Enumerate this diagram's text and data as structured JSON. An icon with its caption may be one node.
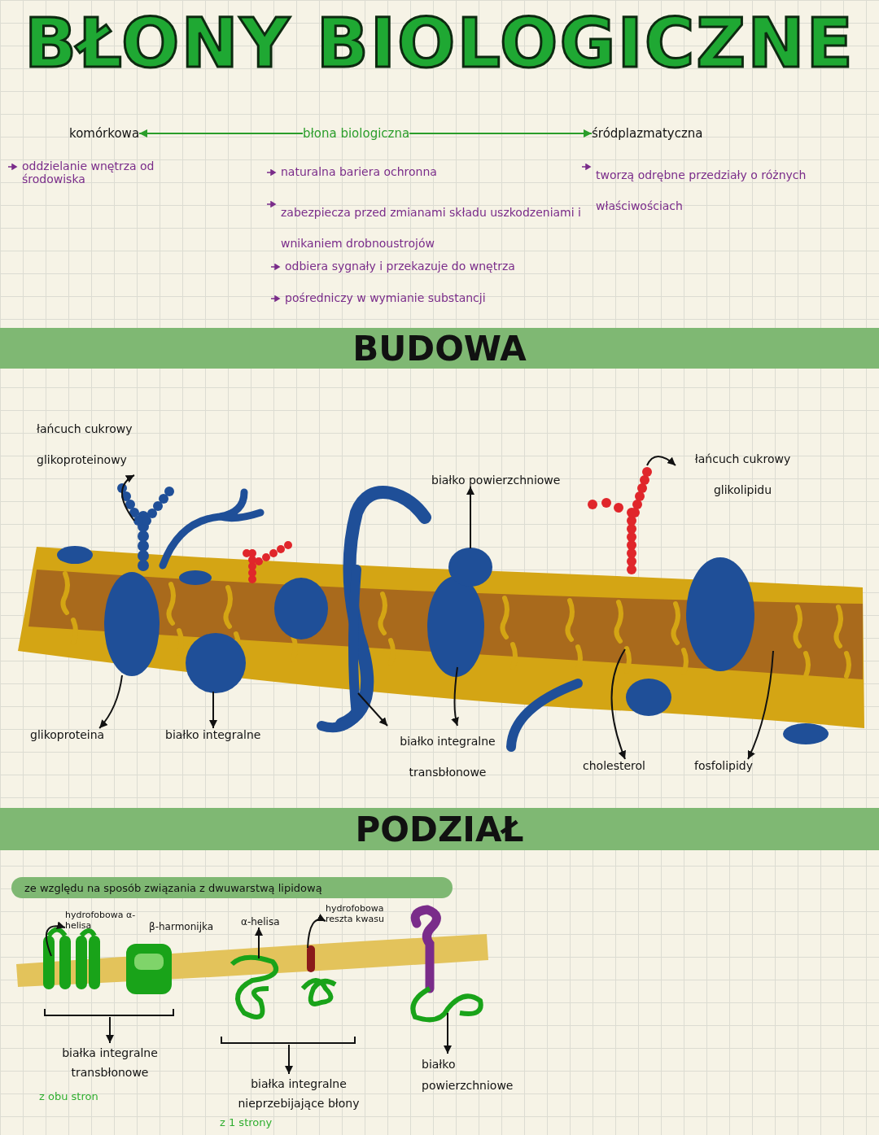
{
  "diagram": {
    "title": "BŁONY BIOLOGICZNE",
    "nodes": [
      {
        "text": [
          "komórkowa"
        ]
      },
      {
        "text": [
          "błona biologiczna"
        ]
      },
      {
        "text": [
          "śródplazmatyczna"
        ]
      },
      {
        "text": [
          "BUDOWA"
        ]
      },
      {
        "text": [
          "łańcuch cukrowy glikoproteinowy"
        ]
      },
      {
        "text": [
          "białko powierzchniowe"
        ]
      },
      {
        "text": [
          "łańcuch cukrowy glikolipidu"
        ]
      },
      {
        "text": [
          "glikoproteina"
        ]
      },
      {
        "text": [
          "białko integralne"
        ]
      },
      {
        "text": [
          "białko integralne transbłonowe"
        ]
      },
      {
        "text": [
          "cholesterol"
        ]
      },
      {
        "text": [
          "fosfolipidy"
        ]
      },
      {
        "text": [
          "PODZIAŁ"
        ]
      },
      {
        "text": [
          "ze względu na sposób związania z dwuwarstwą lipidową"
        ]
      },
      {
        "text": [
          "hydrofobowa α-helisa"
        ]
      },
      {
        "text": [
          "α-helisa"
        ]
      },
      {
        "text": [
          "hydrofobowa reszta kwasu"
        ]
      },
      {
        "text": [
          "białka integralne transbłonowe"
        ],
        "beside": [
          "z obu stron"
        ]
      },
      {
        "text": [
          "białka integralne nieprzebijające błony"
        ],
        "beside": [
          "z 1 strony"
        ]
      },
      {
        "text": [
          "białko powierzchniowe"
        ]
      }
    ],
    "edges": [
      {
        "from": 1,
        "to": 0,
        "arrow": "to",
        "color": "#2a9d2a"
      },
      {
        "from": 1,
        "to": 2,
        "arrow": "to",
        "color": "#2a9d2a"
      },
      {
        "from": null,
        "to": 4,
        "arrow": "to"
      },
      {
        "from": null,
        "to": 5,
        "arrow": "to"
      },
      {
        "from": null,
        "to": 6,
        "arrow": "to"
      },
      {
        "from": null,
        "to": 7,
        "arrow": "to"
      },
      {
        "from": null,
        "to": 8,
        "arrow": "to"
      },
      {
        "from": null,
        "to": 9,
        "arrow": "to"
      },
      {
        "from": null,
        "to": 9,
        "arrow": "to"
      },
      {
        "from": null,
        "to": 10,
        "arrow": "to"
      },
      {
        "from": null,
        "to": 11,
        "arrow": "to"
      },
      {
        "from": null,
        "to": 14,
        "arrow": "to"
      },
      {
        "from": null,
        "to": 15,
        "arrow": "to"
      },
      {
        "from": null,
        "to": 16,
        "arrow": "to"
      },
      {
        "from": null,
        "to": 17,
        "arrow": "to"
      },
      {
        "from": null,
        "to": 18,
        "arrow": "to"
      },
      {
        "from": null,
        "to": 19,
        "arrow": "to"
      }
    ],
    "labels": [
      "oddzielanie wnętrza od środowiska",
      "naturalna bariera ochronna",
      "zabezpiecza przed zmianami składu uszkodzeniami i wnikaniem drobnoustrojów",
      "odbiera sygnały i przekazuje do wnętrza",
      "pośredniczy w wymianie substancji",
      "tworzą odrębne przedziały o różnych właściwościach",
      "β-harmonijka"
    ]
  }
}
